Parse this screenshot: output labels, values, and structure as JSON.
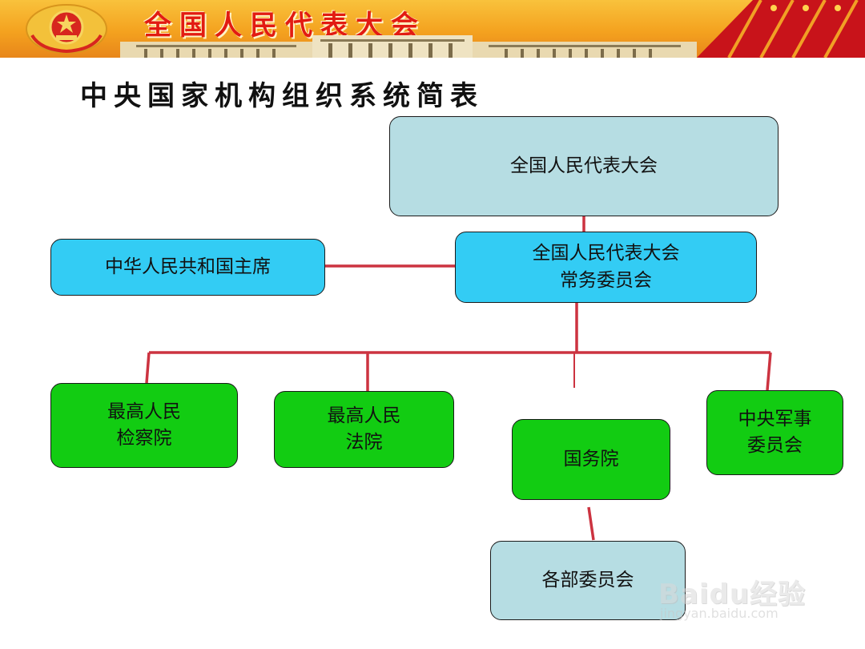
{
  "banner": {
    "title": "全国人民代表大会"
  },
  "page_title": "中央国家机构组织系统简表",
  "colors": {
    "connector": "#cc3340",
    "pale_box": "#b6dde3",
    "blue_box": "#33ccf4",
    "green_box": "#12cc12"
  },
  "nodes": {
    "npc": "全国人民代表大会",
    "standing_committee": "全国人民代表大会\n常务委员会",
    "president": "中华人民共和国主席",
    "procuratorate": "最高人民\n检察院",
    "court": "最高人民\n法院",
    "state_council": "国务院",
    "military_commission": "中央军事\n委员会",
    "ministries": "各部委员会"
  },
  "watermark": {
    "brand": "Baidu经验",
    "url": "jingyan.baidu.com"
  }
}
